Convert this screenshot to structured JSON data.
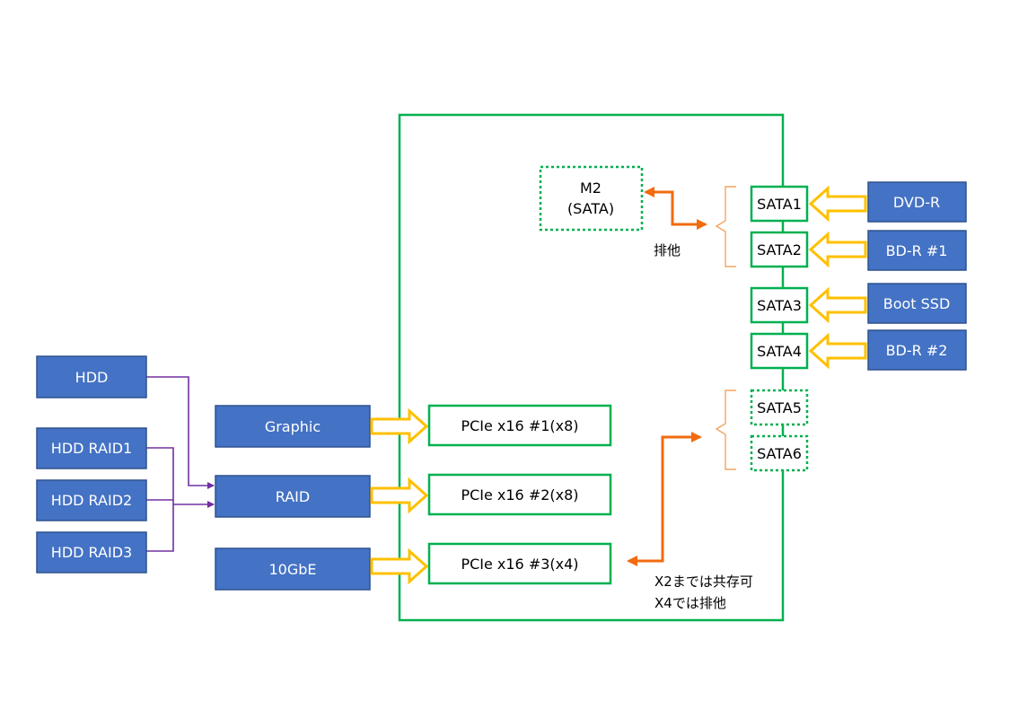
{
  "devices": {
    "hdd": "HDD",
    "hdd_raid1": "HDD RAID1",
    "hdd_raid2": "HDD RAID2",
    "hdd_raid3": "HDD RAID3",
    "graphic": "Graphic",
    "raid": "RAID",
    "tengbe": "10GbE",
    "dvd_r": "DVD-R",
    "bd_r1": "BD-R #1",
    "boot_ssd": "Boot SSD",
    "bd_r2": "BD-R #2"
  },
  "motherboard": {
    "m2_line1": "M2",
    "m2_line2": "(SATA)",
    "exclusive_label": "排他",
    "pcie1": "PCIe x16 #1(x8)",
    "pcie2": "PCIe x16 #2(x8)",
    "pcie3": "PCIe x16 #3(x4)",
    "sata1": "SATA1",
    "sata2": "SATA2",
    "sata3": "SATA3",
    "sata4": "SATA4",
    "sata5": "SATA5",
    "sata6": "SATA6",
    "note_line1": "X2までは共存可",
    "note_line2": "X4では排他"
  },
  "colors": {
    "device_fill": "#4472c4",
    "board_border": "#00b050",
    "data_arrow": "#ffc000",
    "exclusive_arrow": "#f26b0f",
    "raid_link": "#7030a0"
  }
}
